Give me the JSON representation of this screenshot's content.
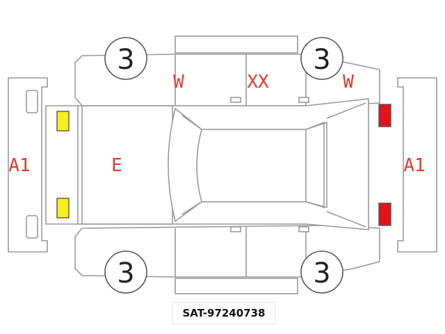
{
  "diagram": {
    "marks": {
      "left_bumper": "A1",
      "right_bumper": "A1",
      "hood": "E",
      "left_fender_top": "W",
      "right_fender_top": "W",
      "roof_top": "XX"
    },
    "wheels": {
      "top_left": "3",
      "top_right": "3",
      "bottom_left": "3",
      "bottom_right": "3"
    },
    "colors": {
      "mark_red": "#e8382c",
      "front_lamp_yellow": "#f4f020",
      "rear_lamp_red": "#e0141c",
      "outline_gray": "#9a9a9a"
    }
  },
  "caption": "SAT-97240738"
}
